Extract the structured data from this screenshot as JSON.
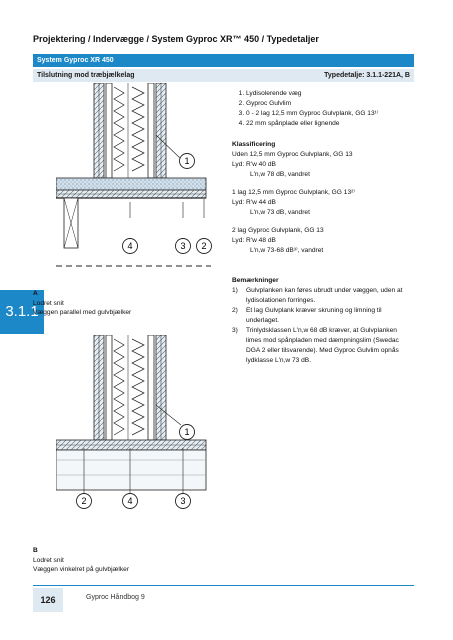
{
  "header": {
    "breadcrumb": "Projektering / Indervægge / System Gyproc XR™ 450 / Typedetaljer",
    "system_bar": "System Gyproc XR 450",
    "subtitle_left": "Tilslutning mod træbjælkelag",
    "subtitle_right": "Typedetalje: 3.1.1-221A, B"
  },
  "side_tab": "3.1.1",
  "components": [
    "Lydisolerende væg",
    "Gyproc Gulvlim",
    "0 - 2 lag 12,5 mm Gyproc Gulvplank, GG 13¹⁾",
    "22 mm spånplade eller lignende"
  ],
  "classification": {
    "heading": "Klassificering",
    "blocks": [
      {
        "intro": "Uden 12,5 mm Gyproc Gulvplank, GG 13",
        "lyd": "Lyd:  R'w 40 dB",
        "lnw": "L'n,w 78 dB, vandret"
      },
      {
        "intro": "1 lag 12,5 mm Gyproc Gulvplank, GG 13²⁾",
        "lyd": "Lyd:  R'w 44 dB",
        "lnw": "L'n,w 73 dB, vandret"
      },
      {
        "intro": "2 lag Gyproc Gulvplank, GG 13",
        "lyd": "Lyd:  R'w 48 dB",
        "lnw": "L'n,w 73-68 dB³⁾, vandret"
      }
    ]
  },
  "remarks": {
    "heading": "Bemærkninger",
    "notes": [
      {
        "n": "1)",
        "text": "Gulvplanken kan føres ubrudt under væggen, uden at lydisolationen forringes."
      },
      {
        "n": "2)",
        "text": "Et lag Gulvplank kræver skruning og limning til underlaget."
      },
      {
        "n": "3)",
        "text": "Trinlydsklassen L'n,w 68 dB kræver, at Gulvplanken limes mod spånpladen med dæmpningslim (Swedac DGA 2 eller tilsvarende). Med Gyproc Gulvlim opnås lydklasse L'n,w 73 dB."
      }
    ]
  },
  "figureA": {
    "callouts": [
      "1",
      "4",
      "3",
      "2"
    ],
    "caption": [
      "A",
      "Lodret snit",
      "Væggen parallel med gulvbjælker"
    ]
  },
  "figureB": {
    "callouts": [
      "1",
      "2",
      "4",
      "3"
    ],
    "caption": [
      "B",
      "Lodret snit",
      "Væggen vinkelret på gulvbjælker"
    ]
  },
  "footer": {
    "page": "126",
    "text": "Gyproc Håndbog 9"
  }
}
